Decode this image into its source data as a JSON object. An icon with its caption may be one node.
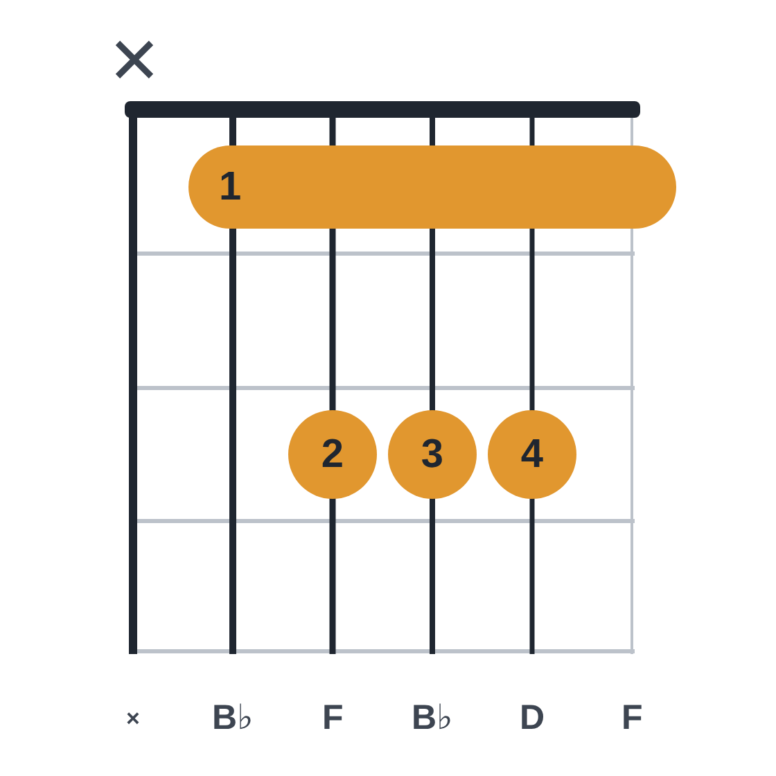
{
  "diagram": {
    "nodes": [
      {
        "text": [
          "1"
        ]
      },
      {
        "text": [
          "2"
        ]
      },
      {
        "text": [
          "3"
        ]
      },
      {
        "text": [
          "4"
        ]
      }
    ],
    "labels": [
      "×",
      "B♭",
      "F",
      "B♭",
      "D",
      "F"
    ]
  }
}
